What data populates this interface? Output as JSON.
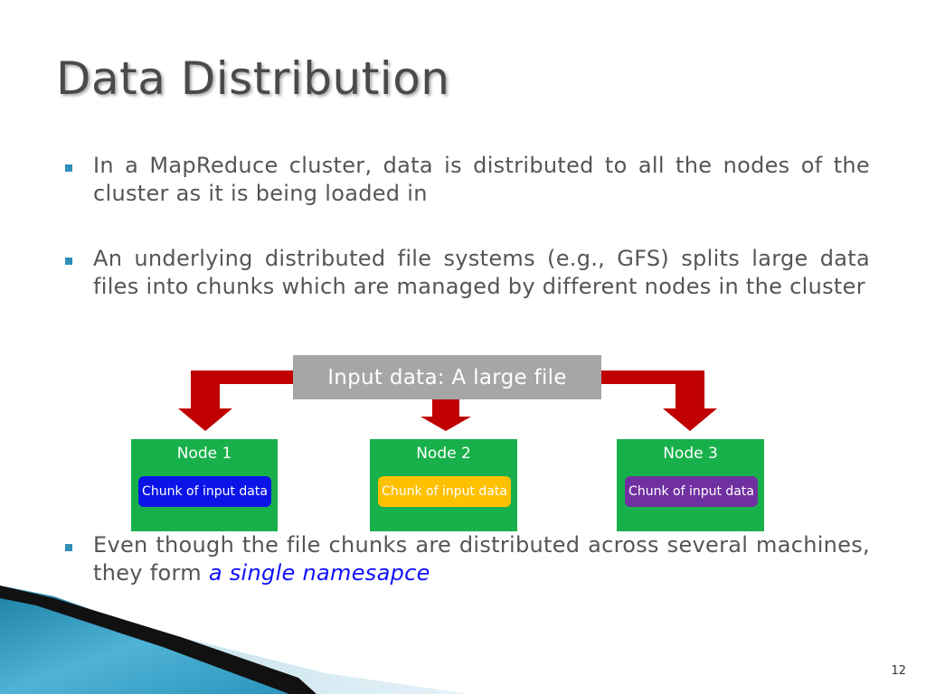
{
  "slide": {
    "title": "Data Distribution",
    "bullets": [
      "In a MapReduce cluster, data is distributed to all the nodes of the cluster as it is being loaded in",
      "An underlying distributed file systems (e.g., GFS) splits large data files into chunks which are managed by different nodes in the cluster"
    ],
    "bullet3": {
      "text": "Even though the file chunks are distributed across several machines, they form ",
      "emphasis": "a single namesapce"
    },
    "page_number": "12"
  },
  "diagram": {
    "input_label": "Input data: A large file",
    "nodes": [
      {
        "label": "Node 1",
        "chunk_label": "Chunk of input data",
        "chunk_color": "#0a14e6"
      },
      {
        "label": "Node 2",
        "chunk_label": "Chunk of input data",
        "chunk_color": "#ffc000"
      },
      {
        "label": "Node 3",
        "chunk_label": "Chunk of input data",
        "chunk_color": "#7030a0"
      }
    ],
    "colors": {
      "arrow": "#c00000",
      "node": "#18b04a",
      "input_box": "#a6a6a6",
      "bullet_marker": "#2f8fb8",
      "emphasis": "#1010ff"
    }
  }
}
